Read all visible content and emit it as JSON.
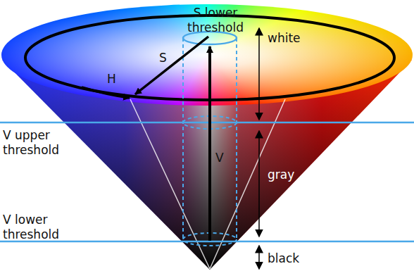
{
  "diagram": {
    "labels": [
      "S lower threshold",
      "H",
      "S",
      "white",
      "V upper threshold",
      "V",
      "gray",
      "V lower threshold",
      "black"
    ]
  }
}
